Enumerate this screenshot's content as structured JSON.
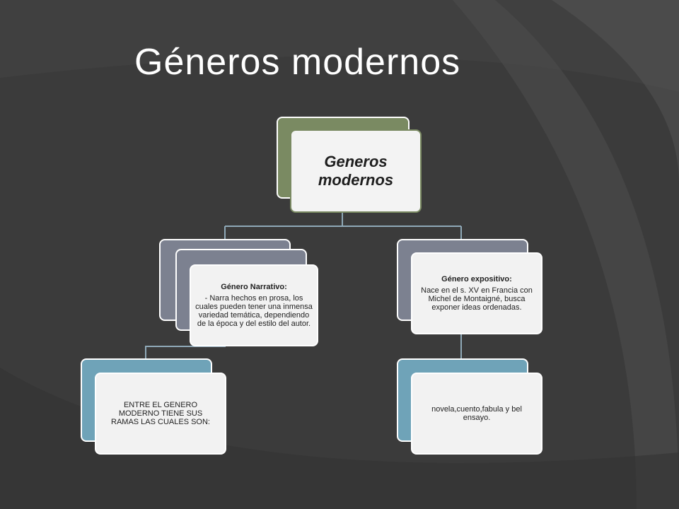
{
  "slide": {
    "title": "Géneros modernos"
  },
  "diagram": {
    "root": {
      "label": "Generos modernos",
      "color": "#7a8a62"
    },
    "narrative": {
      "heading": "Género Narrativo:",
      "body": "- Narra hechos en prosa, los cuales pueden tener una inmensa variedad temática, dependiendo de la época y del estilo del autor.",
      "color": "#7c8190"
    },
    "narrative_child": {
      "body": "ENTRE EL GENERO MODERNO TIENE SUS RAMAS LAS CUALES SON:",
      "color": "#6fa3b8"
    },
    "expository": {
      "heading": "Género expositivo:",
      "body": "Nace en el s. XV en Francia con Michel de Montaigné, busca exponer ideas ordenadas.",
      "color": "#7c8190"
    },
    "expository_child": {
      "body": "novela,cuento,fabula y bel ensayo.",
      "color": "#6fa3b8"
    },
    "connector_color": "#8fa9b8"
  }
}
